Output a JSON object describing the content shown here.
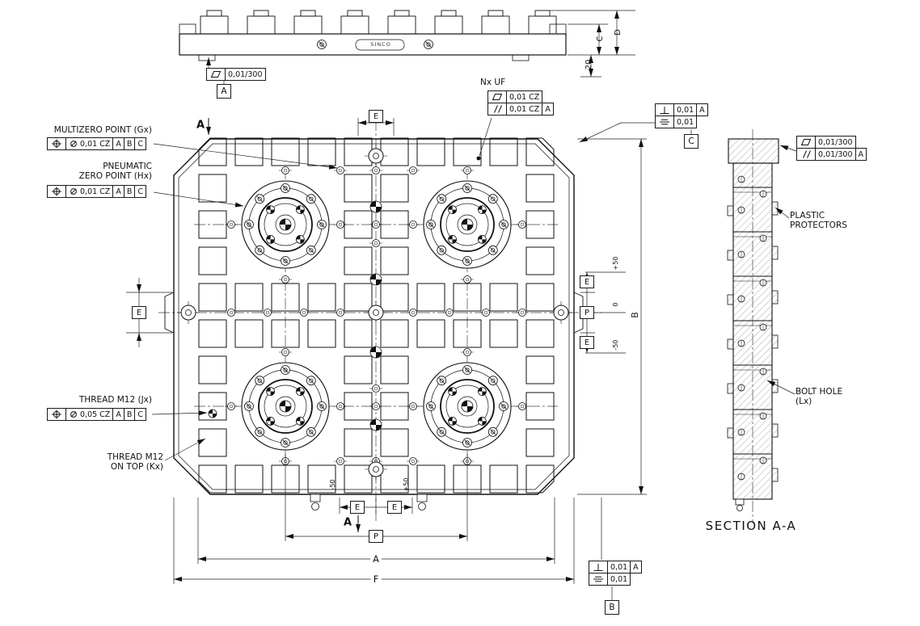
{
  "labels": {
    "multizero_point": "MULTIZERO POINT (Gx)",
    "pneumatic_line1": "PNEUMATIC",
    "pneumatic_line2": "ZERO POINT (Hx)",
    "thread_m12": "THREAD M12 (Jx)",
    "thread_top_line1": "THREAD M12",
    "thread_top_line2": "ON TOP (Kx)",
    "nx_uf": "Nx UF",
    "plastic_line1": "PLASTIC",
    "plastic_line2": "PROTECTORS",
    "bolt_hole_line1": "BOLT HOLE",
    "bolt_hole_line2": "(Lx)",
    "section_title": "SECTION A-A",
    "brand": "SINCO"
  },
  "fcf": {
    "top_view": {
      "symbol": "flatness",
      "value": "0,01/300",
      "datum_below": "A"
    },
    "multizero": {
      "symbol": "position",
      "modifier": "diameter",
      "value": "0,01 CZ",
      "datum1": "A",
      "datum2": "B",
      "datum3": "C"
    },
    "pneumatic": {
      "symbol": "position",
      "modifier": "diameter",
      "value": "0,01 CZ",
      "datum1": "A",
      "datum2": "B",
      "datum3": "C"
    },
    "thread": {
      "symbol": "position",
      "modifier": "diameter",
      "value": "0,05 CZ",
      "datum1": "A",
      "datum2": "B",
      "datum3": "C"
    },
    "nx_uf_row1": {
      "symbol": "flatness",
      "value": "0,01 CZ"
    },
    "nx_uf_row2": {
      "symbol": "parallelism",
      "value": "0,01 CZ",
      "datum1": "A"
    },
    "top_right_row1": {
      "symbol": "perpendicularity",
      "value": "0,01",
      "datum1": "A"
    },
    "top_right_row2": {
      "symbol": "symmetry",
      "value": "0,01"
    },
    "top_right_datum": "C",
    "section_row1": {
      "symbol": "flatness",
      "value": "0,01/300"
    },
    "section_row2": {
      "symbol": "parallelism",
      "value": "0,01/300",
      "datum1": "A"
    },
    "bottom_right_row1": {
      "symbol": "perpendicularity",
      "value": "0,01",
      "datum1": "A"
    },
    "bottom_right_row2": {
      "symbol": "symmetry",
      "value": "0,01"
    },
    "bottom_right_datum": "B"
  },
  "dims": {
    "c": "C",
    "d": "D",
    "h20": "20",
    "e": "E",
    "p": "P",
    "a": "A",
    "b": "B",
    "f": "F",
    "plus50": "+50",
    "zero": "0",
    "minus50": "-50",
    "section_letter": "A"
  }
}
